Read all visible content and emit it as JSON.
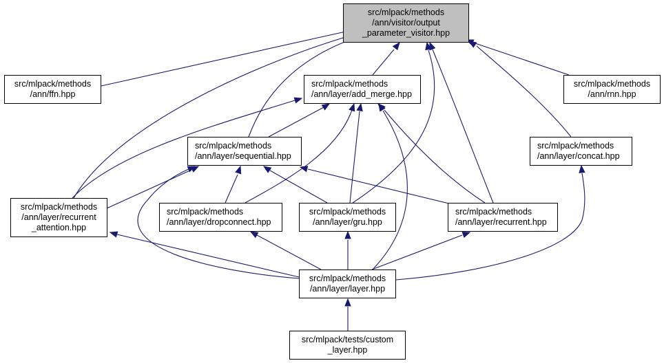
{
  "title": "Include dependency graph for output_parameter_visitor.hpp",
  "colors": {
    "root_fill": "#bfbfbf",
    "node_fill": "#ffffff",
    "edge": "#191970"
  },
  "nodes": {
    "root": {
      "lines": [
        "src/mlpack/methods",
        "/ann/visitor/output",
        "_parameter_visitor.hpp"
      ]
    },
    "ffn": {
      "lines": [
        "src/mlpack/methods",
        "/ann/ffn.hpp"
      ]
    },
    "add_merge": {
      "lines": [
        "src/mlpack/methods",
        "/ann/layer/add_merge.hpp"
      ]
    },
    "rnn": {
      "lines": [
        "src/mlpack/methods",
        "/ann/rnn.hpp"
      ]
    },
    "sequential": {
      "lines": [
        "src/mlpack/methods",
        "/ann/layer/sequential.hpp"
      ]
    },
    "concat": {
      "lines": [
        "src/mlpack/methods",
        "/ann/layer/concat.hpp"
      ]
    },
    "recurrent_attention": {
      "lines": [
        "src/mlpack/methods",
        "/ann/layer/recurrent",
        "_attention.hpp"
      ]
    },
    "dropconnect": {
      "lines": [
        "src/mlpack/methods",
        "/ann/layer/dropconnect.hpp"
      ]
    },
    "gru": {
      "lines": [
        "src/mlpack/methods",
        "/ann/layer/gru.hpp"
      ]
    },
    "recurrent": {
      "lines": [
        "src/mlpack/methods",
        "/ann/layer/recurrent.hpp"
      ]
    },
    "layer": {
      "lines": [
        "src/mlpack/methods",
        "/ann/layer/layer.hpp"
      ]
    },
    "custom_layer": {
      "lines": [
        "src/mlpack/tests/custom",
        "_layer.hpp"
      ]
    }
  },
  "edges": [
    {
      "from": "ffn",
      "to": "root"
    },
    {
      "from": "add_merge",
      "to": "root"
    },
    {
      "from": "rnn",
      "to": "root"
    },
    {
      "from": "sequential",
      "to": "root"
    },
    {
      "from": "concat",
      "to": "root"
    },
    {
      "from": "recurrent_attention",
      "to": "root"
    },
    {
      "from": "gru",
      "to": "root"
    },
    {
      "from": "recurrent",
      "to": "root"
    },
    {
      "from": "sequential",
      "to": "add_merge"
    },
    {
      "from": "recurrent_attention",
      "to": "add_merge"
    },
    {
      "from": "dropconnect",
      "to": "add_merge"
    },
    {
      "from": "gru",
      "to": "add_merge"
    },
    {
      "from": "recurrent",
      "to": "add_merge"
    },
    {
      "from": "layer",
      "to": "add_merge"
    },
    {
      "from": "recurrent_attention",
      "to": "sequential"
    },
    {
      "from": "dropconnect",
      "to": "sequential"
    },
    {
      "from": "gru",
      "to": "sequential"
    },
    {
      "from": "recurrent",
      "to": "sequential"
    },
    {
      "from": "layer",
      "to": "sequential"
    },
    {
      "from": "layer",
      "to": "recurrent_attention"
    },
    {
      "from": "layer",
      "to": "dropconnect"
    },
    {
      "from": "layer",
      "to": "gru"
    },
    {
      "from": "layer",
      "to": "recurrent"
    },
    {
      "from": "layer",
      "to": "concat"
    },
    {
      "from": "custom_layer",
      "to": "layer"
    }
  ]
}
